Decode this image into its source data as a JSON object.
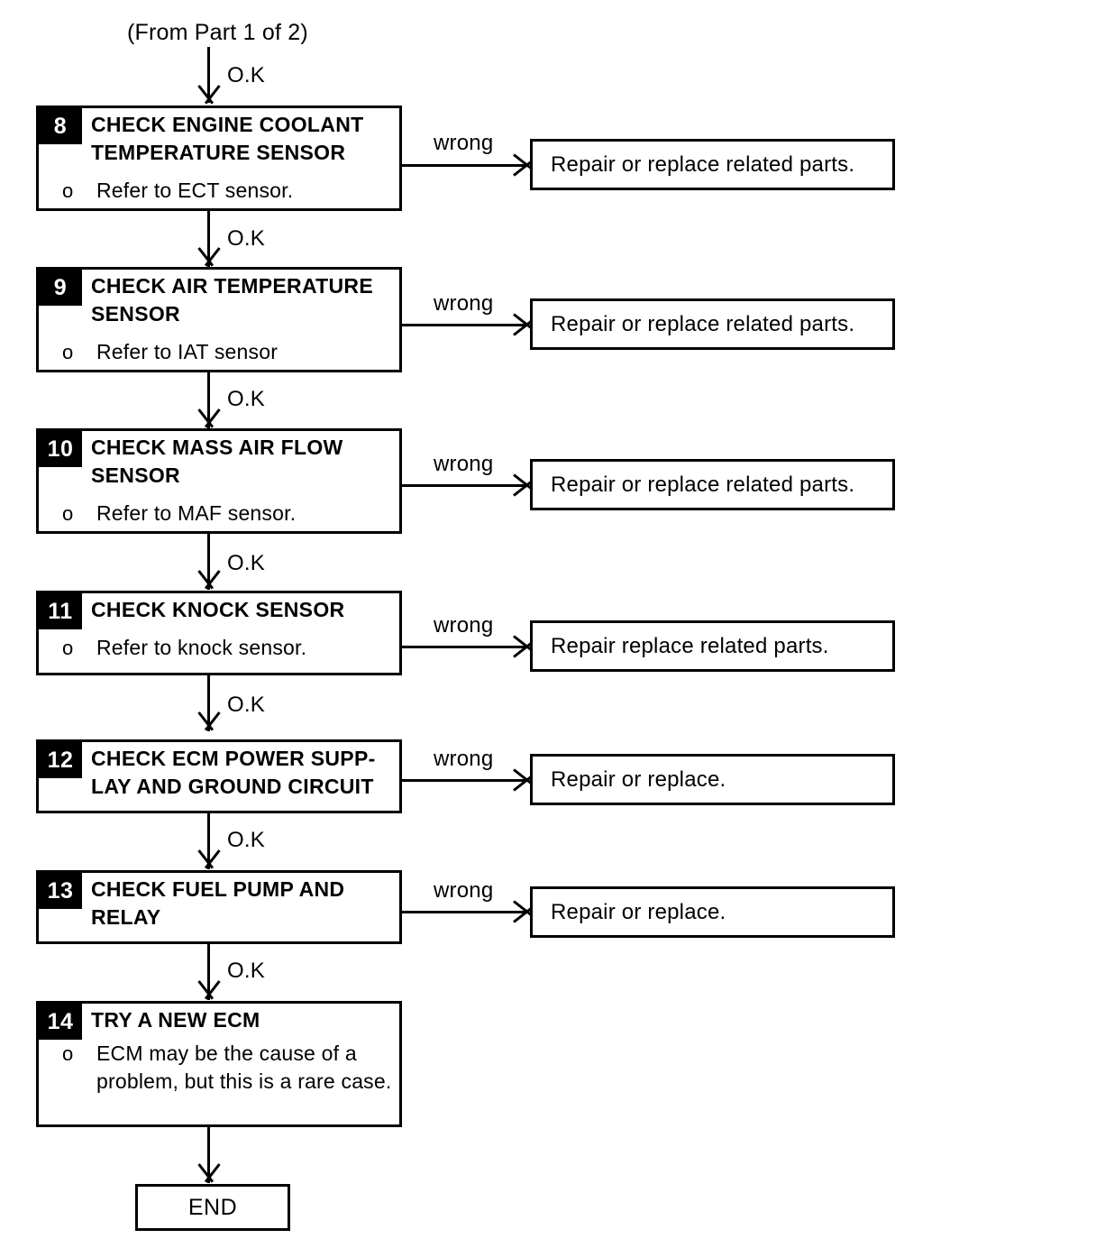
{
  "diagram": {
    "title_caption": "(From Part 1 of 2)",
    "ok_label": "O.K",
    "wrong_label": "wrong",
    "end_label": "END",
    "bullet_glyph": "o",
    "colors": {
      "line": "#000000",
      "badge_bg": "#000000",
      "badge_text": "#ffffff",
      "background": "#ffffff"
    },
    "steps": [
      {
        "number": "8",
        "title": "CHECK ENGINE COOLANT TEMPERATURE SENSOR",
        "note": "Refer to ECT sensor.",
        "wrong_label": "wrong",
        "result": "Repair or replace related parts.",
        "ok_label": "O.K"
      },
      {
        "number": "9",
        "title": "CHECK AIR TEMPERATURE SENSOR",
        "note": "Refer to IAT sensor",
        "wrong_label": "wrong",
        "result": "Repair or replace related parts.",
        "ok_label": "O.K"
      },
      {
        "number": "10",
        "title": "CHECK MASS AIR FLOW SENSOR",
        "note": "Refer to MAF sensor.",
        "wrong_label": "wrong",
        "result": "Repair or replace related parts.",
        "ok_label": "O.K"
      },
      {
        "number": "11",
        "title": "CHECK KNOCK SENSOR",
        "note": "Refer to knock sensor.",
        "wrong_label": "wrong",
        "result": "Repair replace related parts.",
        "ok_label": "O.K"
      },
      {
        "number": "12",
        "title": "CHECK ECM POWER SUPP-LAY AND GROUND CIRCUIT",
        "note": "",
        "wrong_label": "wrong",
        "result": "Repair or replace.",
        "ok_label": "O.K"
      },
      {
        "number": "13",
        "title": "CHECK FUEL PUMP AND RELAY",
        "note": "",
        "wrong_label": "wrong",
        "result": "Repair or replace.",
        "ok_label": "O.K"
      },
      {
        "number": "14",
        "title": "TRY A NEW ECM",
        "note": "ECM may be the cause of a problem, but this is a rare case.",
        "wrong_label": "",
        "result": "",
        "ok_label": ""
      }
    ]
  }
}
